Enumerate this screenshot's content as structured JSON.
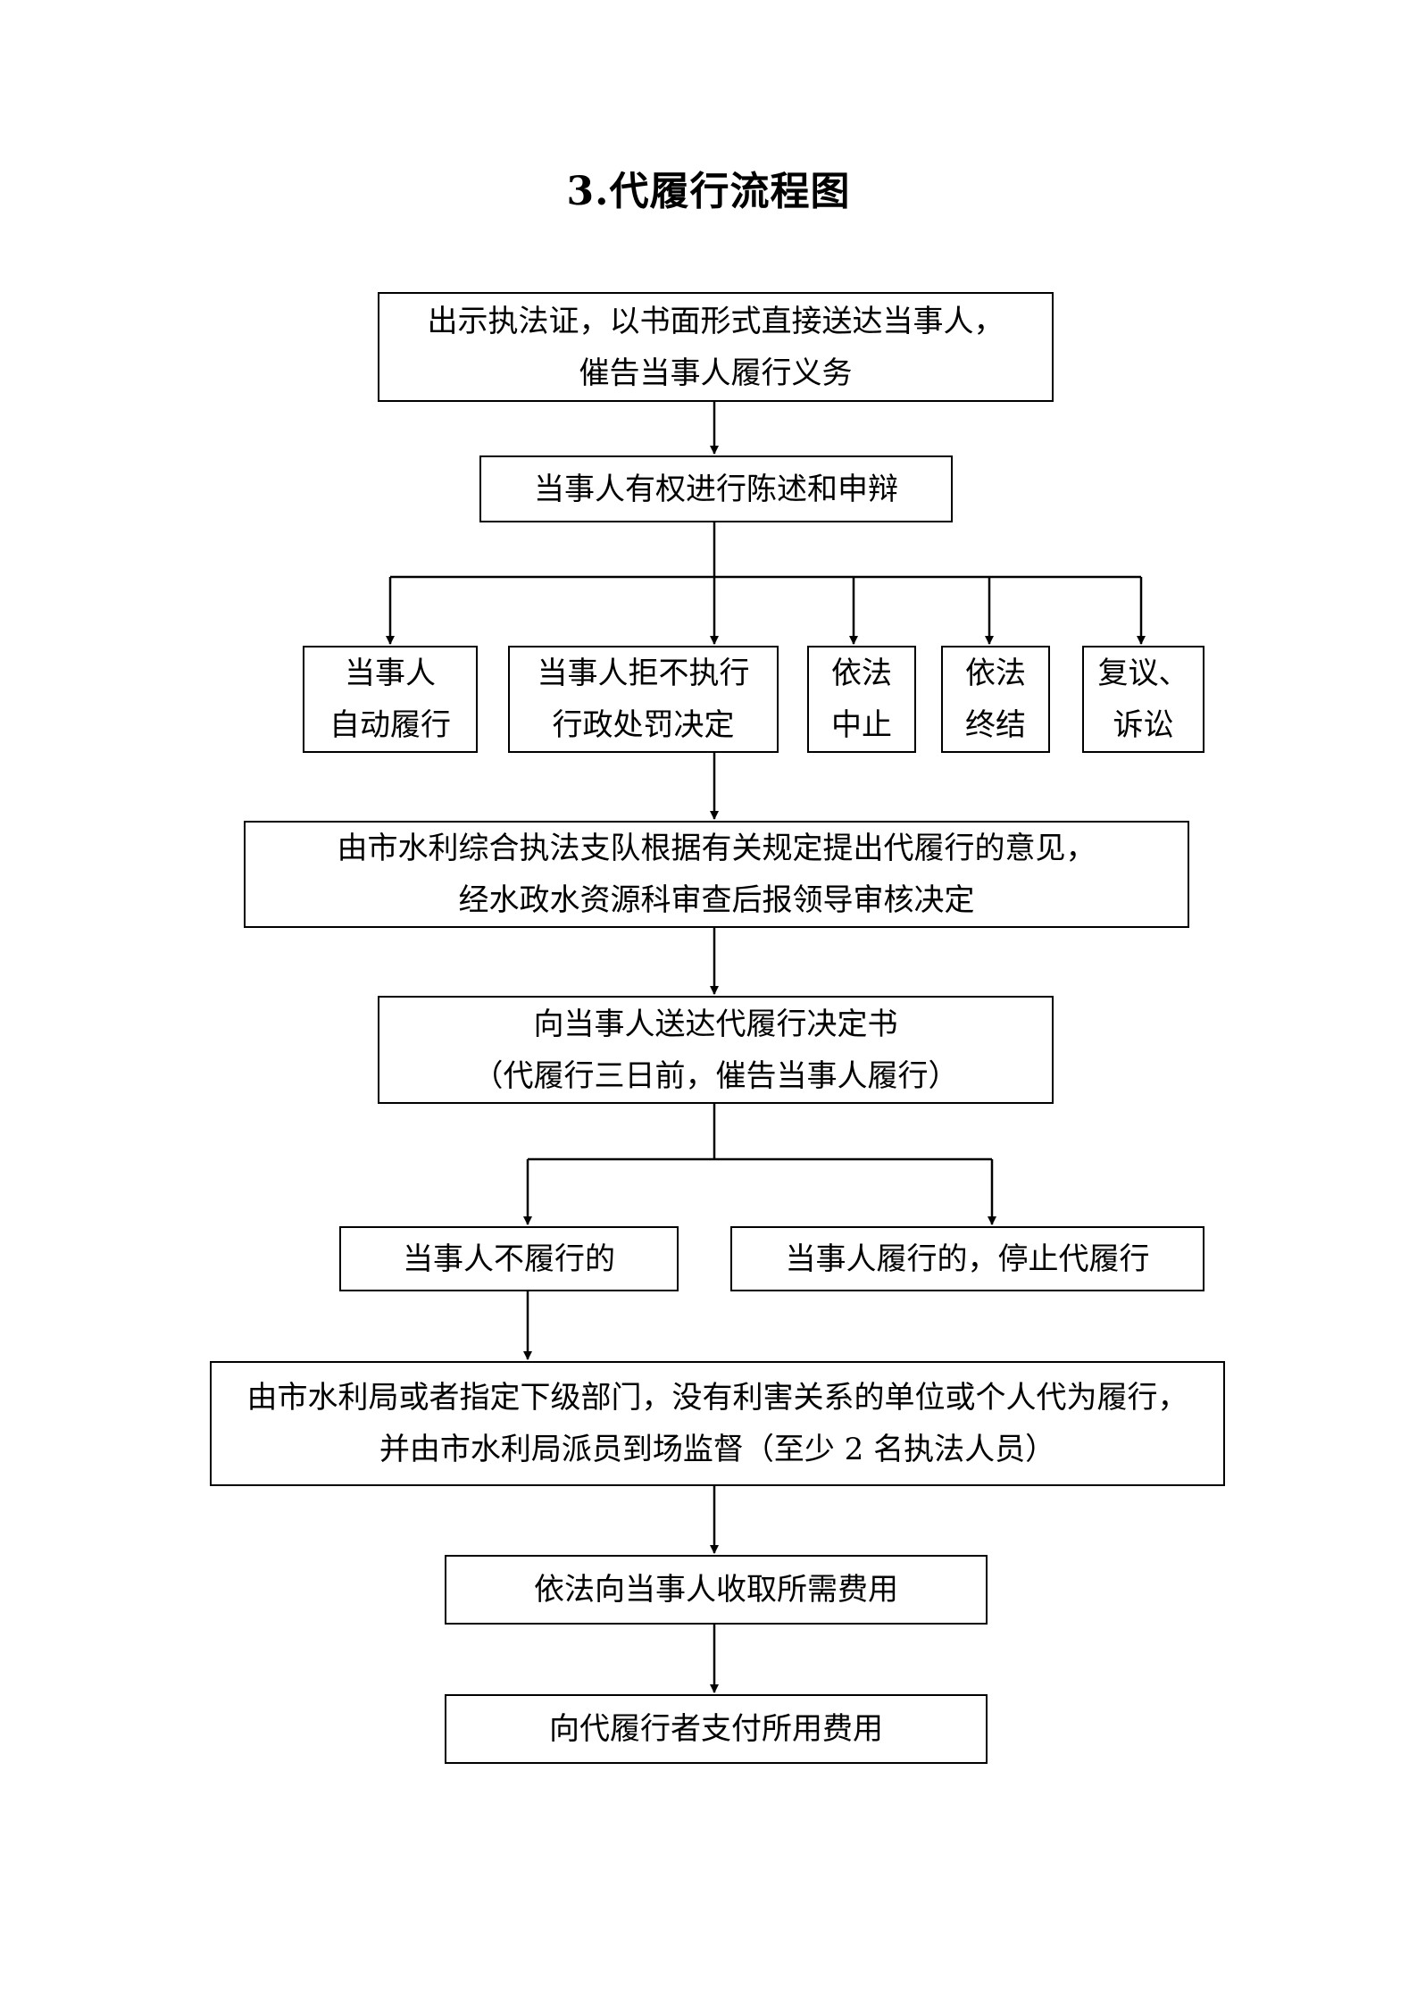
{
  "title": "3.代履行流程图",
  "nodes": {
    "n1": {
      "lines": [
        "出示执法证，以书面形式直接送达当事人，",
        "催告当事人履行义务"
      ]
    },
    "n2": {
      "lines": [
        "当事人有权进行陈述和申辩"
      ]
    },
    "b1": {
      "lines": [
        "当事人",
        "自动履行"
      ]
    },
    "b2": {
      "lines": [
        "当事人拒不执行",
        "行政处罚决定"
      ]
    },
    "b3": {
      "lines": [
        "依法",
        "中止"
      ]
    },
    "b4": {
      "lines": [
        "依法",
        "终结"
      ]
    },
    "b5": {
      "lines": [
        "复议、",
        "诉讼"
      ]
    },
    "n3": {
      "lines": [
        "由市水利综合执法支队根据有关规定提出代履行的意见，",
        "经水政水资源科审查后报领导审核决定"
      ]
    },
    "n4": {
      "lines": [
        "向当事人送达代履行决定书",
        "（代履行三日前，催告当事人履行）"
      ]
    },
    "c1": {
      "lines": [
        "当事人不履行的"
      ]
    },
    "c2": {
      "lines": [
        "当事人履行的，停止代履行"
      ]
    },
    "n5": {
      "lines": [
        "由市水利局或者指定下级部门，没有利害关系的单位或个人代为履行，",
        "并由市水利局派员到场监督（至少 2 名执法人员）"
      ]
    },
    "n6": {
      "lines": [
        "依法向当事人收取所需费用"
      ]
    },
    "n7": {
      "lines": [
        "向代履行者支付所用费用"
      ]
    }
  }
}
